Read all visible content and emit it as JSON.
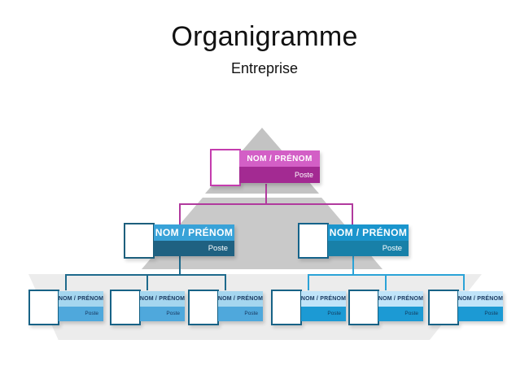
{
  "header": {
    "title": "Organigramme",
    "subtitle": "Entreprise"
  },
  "org": {
    "top": {
      "name": "NOM / PRÉNOM",
      "role": "Poste"
    },
    "managers": [
      {
        "name": "NOM / PRÉNOM",
        "role": "Poste"
      },
      {
        "name": "NOM / PRÉNOM",
        "role": "Poste"
      }
    ],
    "employees": [
      {
        "name": "NOM / PRÉNOM",
        "role": "Poste"
      },
      {
        "name": "NOM / PRÉNOM",
        "role": "Poste"
      },
      {
        "name": "NOM / PRÉNOM",
        "role": "Poste"
      },
      {
        "name": "NOM / PRÉNOM",
        "role": "Poste"
      },
      {
        "name": "NOM / PRÉNOM",
        "role": "Poste"
      },
      {
        "name": "NOM / PRÉNOM",
        "role": "Poste"
      }
    ]
  },
  "colors": {
    "top_band": "#d35fc6",
    "top_band_dark": "#a32a92",
    "top_connector": "#b13a9e",
    "manager_left_band": "#38a2d8",
    "manager_left_band_dark": "#1f6181",
    "left_connector": "#1e6a8c",
    "manager_right_band": "#1a95cd",
    "manager_right_band_dark": "#1880a8",
    "right_connector": "#2ba3d7",
    "employee_left_band": "#a5d6ef",
    "employee_left_band_dark": "#4fa8dc",
    "employee_right_band": "#c0e4f9",
    "employee_right_band_dark": "#1c9ad4",
    "employee_text": "#17375e",
    "pyramid_tiers": [
      "#c3c3c3",
      "#c9c9c9",
      "#ececec"
    ]
  }
}
